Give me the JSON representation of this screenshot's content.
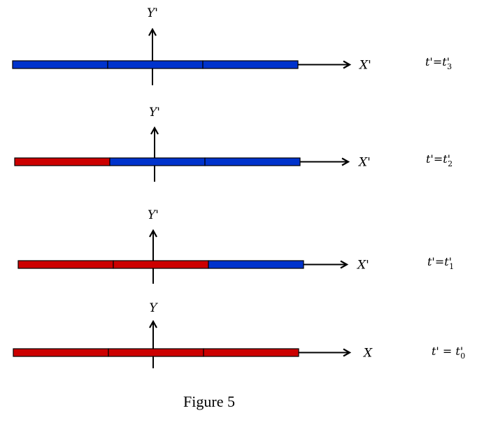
{
  "figure": {
    "caption": "Figure 5",
    "colors": {
      "red": "#cc0000",
      "blue": "#0033cc",
      "axis": "#000000"
    },
    "panels": [
      {
        "y_label": "Y'",
        "x_label": "X'",
        "time_label": {
          "lhs": "t'",
          "eq": "=",
          "rhs": "t'",
          "subscript": "3"
        },
        "segments": [
          "blue",
          "blue",
          "blue"
        ]
      },
      {
        "y_label": "Y'",
        "x_label": "X'",
        "time_label": {
          "lhs": "t'",
          "eq": "=",
          "rhs": "t'",
          "subscript": "2"
        },
        "segments": [
          "red",
          "blue",
          "blue"
        ]
      },
      {
        "y_label": "Y'",
        "x_label": "X'",
        "time_label": {
          "lhs": "t'",
          "eq": "=",
          "rhs": "t'",
          "subscript": "1"
        },
        "segments": [
          "red",
          "red",
          "blue"
        ]
      },
      {
        "y_label": "Y",
        "x_label": "X",
        "time_label": {
          "lhs": "t'",
          "eq": " = ",
          "rhs": "t'",
          "subscript": "0"
        },
        "segments": [
          "red",
          "red",
          "red"
        ]
      }
    ]
  }
}
